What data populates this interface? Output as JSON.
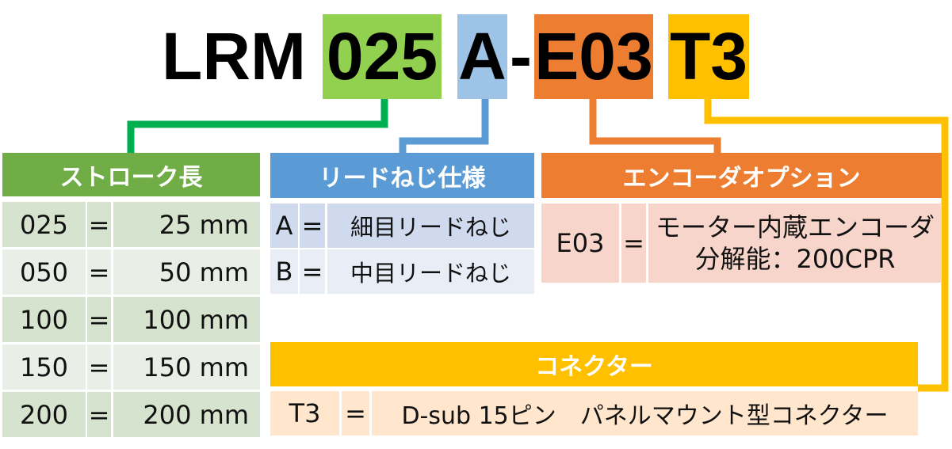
{
  "model": {
    "prefix": "LRM",
    "stroke": "025",
    "lead": "A",
    "dash": "-",
    "encoder": "E03",
    "connector": "T3"
  },
  "colors": {
    "green": "#92D050",
    "blue": "#9DC3E6",
    "orange": "#ED7D31",
    "yellow": "#FFC000"
  },
  "stroke_table": {
    "title": "ストローク長",
    "rows": [
      {
        "code": "025",
        "eq": "=",
        "value": "25 mm"
      },
      {
        "code": "050",
        "eq": "=",
        "value": "50 mm"
      },
      {
        "code": "100",
        "eq": "=",
        "value": "100 mm"
      },
      {
        "code": "150",
        "eq": "=",
        "value": "150 mm"
      },
      {
        "code": "200",
        "eq": "=",
        "value": "200 mm"
      }
    ]
  },
  "lead_table": {
    "title": "リードねじ仕様",
    "rows": [
      {
        "code": "A",
        "eq": "=",
        "value": "細目リードねじ"
      },
      {
        "code": "B",
        "eq": "=",
        "value": "中目リードねじ"
      }
    ]
  },
  "encoder_table": {
    "title": "エンコーダオプション",
    "rows": [
      {
        "code": "E03",
        "eq": "=",
        "value_line1": "モーター内蔵エンコーダ",
        "value_line2": "分解能：200CPR"
      }
    ]
  },
  "connector_table": {
    "title": "コネクター",
    "rows": [
      {
        "code": "T3",
        "eq": "=",
        "value": "D-sub 15ピン　パネルマウント型コネクター"
      }
    ]
  }
}
